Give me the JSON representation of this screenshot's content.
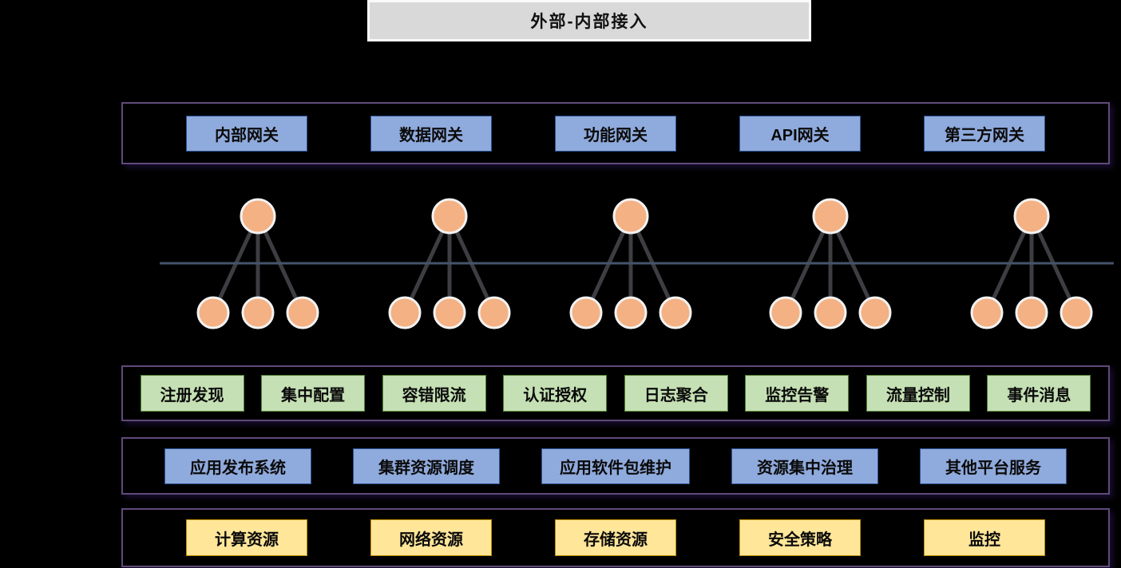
{
  "title": "外部-内部接入",
  "bands": {
    "gateways": {
      "label": "gateway-layer",
      "items": [
        "内部网关",
        "数据网关",
        "功能网关",
        "API网关",
        "第三方网关"
      ]
    },
    "services": {
      "label": "service-governance-layer",
      "items": [
        "注册发现",
        "集中配置",
        "容错限流",
        "认证授权",
        "日志聚合",
        "监控告警",
        "流量控制",
        "事件消息"
      ]
    },
    "platform": {
      "label": "platform-service-layer",
      "items": [
        "应用发布系统",
        "集群资源调度",
        "应用软件包维护",
        "资源集中治理",
        "其他平台服务"
      ]
    },
    "resources": {
      "label": "infrastructure-layer",
      "items": [
        "计算资源",
        "网络资源",
        "存储资源",
        "安全策略",
        "监控"
      ]
    }
  },
  "topology": {
    "cluster_count": 5,
    "children_per_cluster": 3
  },
  "colors": {
    "background": "#000000",
    "title_bg": "#d9d9d9",
    "title_border": "#fafafa",
    "band_border": "#604a7b",
    "blue_box": "#8faadc",
    "blue_box_border": "#2e5395",
    "green_box": "#c5e0b4",
    "green_box_border": "#538135",
    "yellow_box": "#ffe699",
    "yellow_box_border": "#bf9000",
    "node_fill": "#f4b183",
    "node_stroke": "#f2f2f2",
    "bus_line": "#44546a",
    "connector": "#3d3d42"
  }
}
